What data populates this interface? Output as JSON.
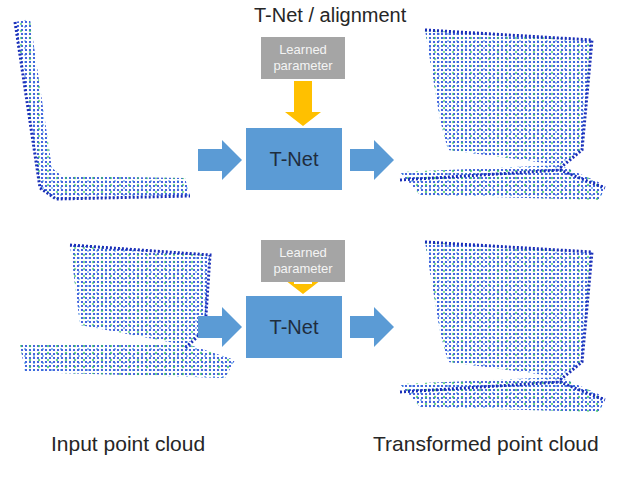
{
  "diagram": {
    "title": "T-Net / alignment",
    "nodes": [
      {
        "text": [
          "Learned parameter"
        ]
      },
      {
        "text": [
          "T-Net"
        ]
      },
      {
        "text": [
          "Learned parameter"
        ]
      },
      {
        "text": [
          "T-Net"
        ]
      }
    ],
    "edges": [
      {
        "from": 0,
        "to": 1,
        "arrow": "to"
      },
      {
        "from": 2,
        "to": 3,
        "arrow": "to"
      }
    ],
    "labels": [
      "Input point cloud",
      "Transformed point cloud"
    ]
  }
}
